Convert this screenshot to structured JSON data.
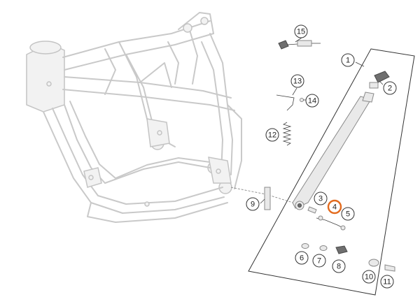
{
  "callouts": [
    {
      "id": "c1",
      "label": "1",
      "highlight": false
    },
    {
      "id": "c2",
      "label": "2",
      "highlight": false
    },
    {
      "id": "c3",
      "label": "3",
      "highlight": false
    },
    {
      "id": "c4",
      "label": "4",
      "highlight": true
    },
    {
      "id": "c5",
      "label": "5",
      "highlight": false
    },
    {
      "id": "c6",
      "label": "6",
      "highlight": false
    },
    {
      "id": "c7",
      "label": "7",
      "highlight": false
    },
    {
      "id": "c8",
      "label": "8",
      "highlight": false
    },
    {
      "id": "c9",
      "label": "9",
      "highlight": false
    },
    {
      "id": "c10",
      "label": "10",
      "highlight": false
    },
    {
      "id": "c11",
      "label": "11",
      "highlight": false
    },
    {
      "id": "c12",
      "label": "12",
      "highlight": false
    },
    {
      "id": "c13",
      "label": "13",
      "highlight": false
    },
    {
      "id": "c14",
      "label": "14",
      "highlight": false
    },
    {
      "id": "c15",
      "label": "15",
      "highlight": false
    }
  ],
  "colors": {
    "highlight": "#e36b1e",
    "outline": "#333333",
    "frame": "#c9c9c9"
  }
}
